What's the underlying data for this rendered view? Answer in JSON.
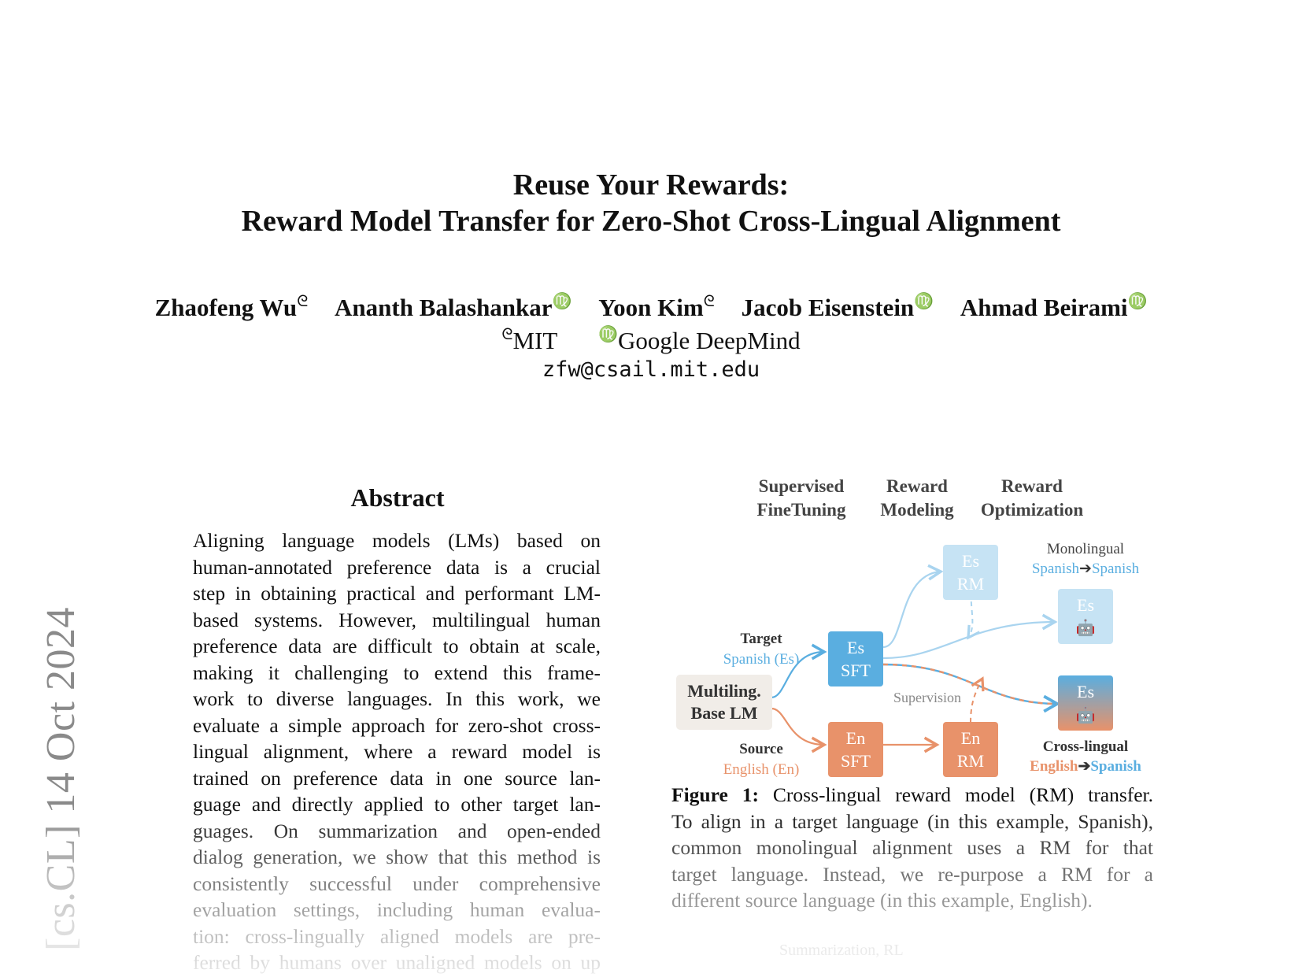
{
  "title": {
    "line1": "Reuse Your Rewards:",
    "line2": "Reward Model Transfer for Zero-Shot Cross-Lingual Alignment"
  },
  "authors": [
    {
      "name": "Zhaofeng Wu",
      "sym": "ᘓ"
    },
    {
      "name": "Ananth Balashankar",
      "sym": "♍"
    },
    {
      "name": "Yoon Kim",
      "sym": "ᘓ"
    },
    {
      "name": "Jacob Eisenstein",
      "sym": "♍"
    },
    {
      "name": "Ahmad Beirami",
      "sym": "♍"
    }
  ],
  "affiliations": [
    {
      "sym": "ᘓ",
      "name": "MIT"
    },
    {
      "sym": "♍",
      "name": "Google DeepMind"
    }
  ],
  "email": "zfw@csail.mit.edu",
  "arxiv_sidebar": "[cs.CL]  14 Oct 2024",
  "abstract": {
    "heading": "Abstract",
    "lines": [
      "Aligning language models (LMs) based on",
      "human-annotated preference data is a crucial",
      "step in obtaining practical and performant LM-",
      "based systems. However, multilingual human",
      "preference data are difficult to obtain at scale,",
      "making it challenging to extend this frame-",
      "work to diverse languages.  In this work, we",
      "evaluate a simple approach for zero-shot cross-",
      "lingual alignment, where a reward model is",
      "trained on preference data in one source lan-",
      "guage and directly applied to other target lan-",
      "guages.  On summarization and open-ended",
      "dialog generation, we show that this method is",
      "consistently successful under comprehensive",
      "evaluation settings, including human evalua-",
      "tion:  cross-lingually aligned models are pre-",
      "ferred by humans over unaligned models on up"
    ]
  },
  "figure": {
    "stage_headers": [
      {
        "l1": "Supervised",
        "l2": "FineTuning"
      },
      {
        "l1": "Reward",
        "l2": "Modeling"
      },
      {
        "l1": "Reward",
        "l2": "Optimization"
      }
    ],
    "base_lm": {
      "l1": "Multiling.",
      "l2": "Base LM"
    },
    "target_label": {
      "title": "Target",
      "lang": "Spanish (Es)"
    },
    "source_label": {
      "title": "Source",
      "lang": "English (En)"
    },
    "es_sft": {
      "l1": "Es",
      "l2": "SFT"
    },
    "en_sft": {
      "l1": "En",
      "l2": "SFT"
    },
    "es_rm": {
      "l1": "Es",
      "l2": "RM"
    },
    "en_rm": {
      "l1": "En",
      "l2": "RM"
    },
    "es_mono": {
      "l1": "Es",
      "icon": "🤖"
    },
    "es_cross": {
      "l1": "Es",
      "icon": "🤖"
    },
    "supervision": "Supervision",
    "monolingual": {
      "title": "Monolingual",
      "from": "Spanish",
      "arrow": "➔",
      "to": "Spanish"
    },
    "crosslingual": {
      "title": "Cross-lingual",
      "from": "English",
      "arrow": "➔",
      "to": "Spanish"
    },
    "colors": {
      "blue": "#5aaee0",
      "light_blue": "#c6e3f4",
      "orange": "#e8926a",
      "base": "#f1ede8"
    }
  },
  "caption": {
    "label": "Figure 1:",
    "lines": [
      "Cross-lingual reward model (RM) transfer.",
      "To align in a target language (in this example, Spanish),",
      "common monolingual alignment uses a RM for that",
      "target language.  Instead, we re-purpose a RM for a",
      "different source language (in this example, English)."
    ]
  },
  "next_figure_label": "Summarization, RL"
}
